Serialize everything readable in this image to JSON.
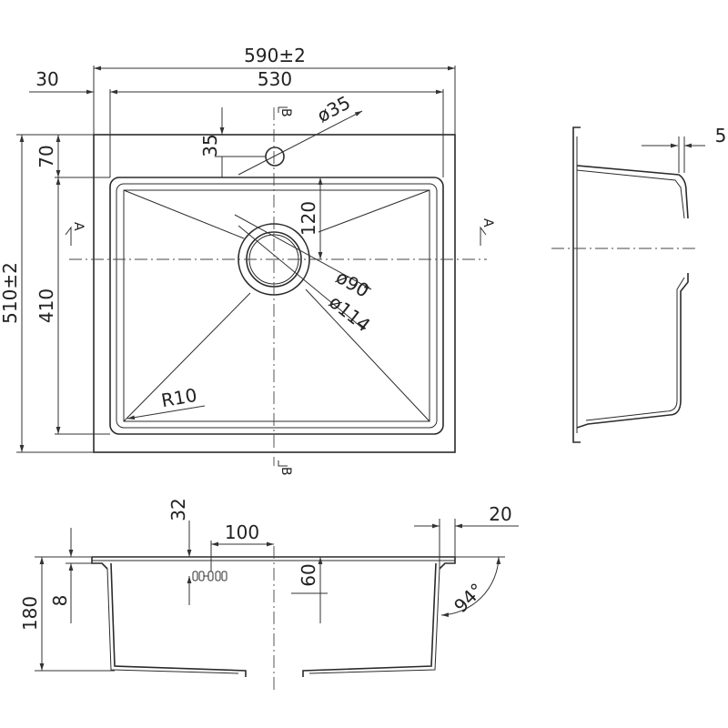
{
  "top_view": {
    "overall_width": "590±2",
    "inner_width": "530",
    "flange_offset": "30",
    "overall_height": "510±2",
    "inner_height": "410",
    "top_offset": "70",
    "tap_hole_offset": "35",
    "tap_hole_diameter": "ø35",
    "drain_offset": "120",
    "drain_inner_diameter": "ø90",
    "drain_outer_diameter": "ø114",
    "corner_radius": "R10",
    "section_a_left": "A",
    "section_a_right": "A",
    "section_b_top": "B",
    "section_b_bottom": "B"
  },
  "side_view": {
    "flange_thickness": "5"
  },
  "front_section": {
    "total_depth": "180",
    "flange_depth": "8",
    "overflow_top": "32",
    "overflow_offset": "100",
    "overflow_depth": "60",
    "rim_width": "20",
    "wall_angle": "94°"
  }
}
